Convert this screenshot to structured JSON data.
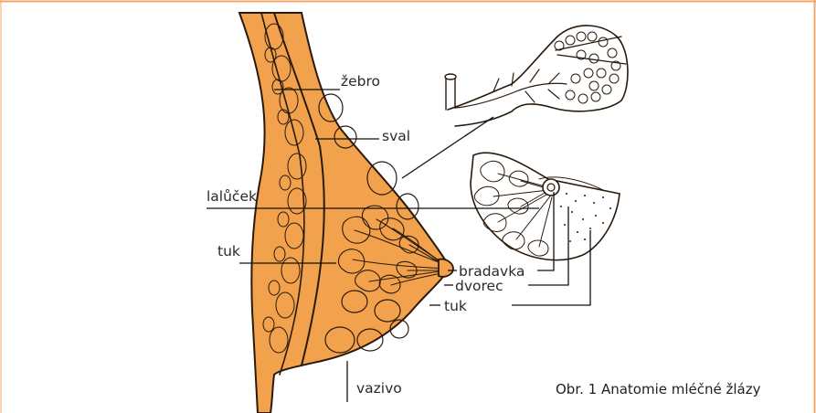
{
  "figure": {
    "caption": "Obr. 1 Anatomie mléčné žlázy",
    "colors": {
      "frame": "#F0A86A",
      "tissue": "#F2A24C",
      "ink": "#2A1A0C",
      "background": "#FFFFFF"
    }
  },
  "labels": {
    "rib": "žebro",
    "muscle": "sval",
    "lobule": "lalůček",
    "fat_left": "tuk",
    "nipple": "bradavka",
    "areola": "dvorec",
    "fat_right": "tuk",
    "connective": "vazivo"
  }
}
